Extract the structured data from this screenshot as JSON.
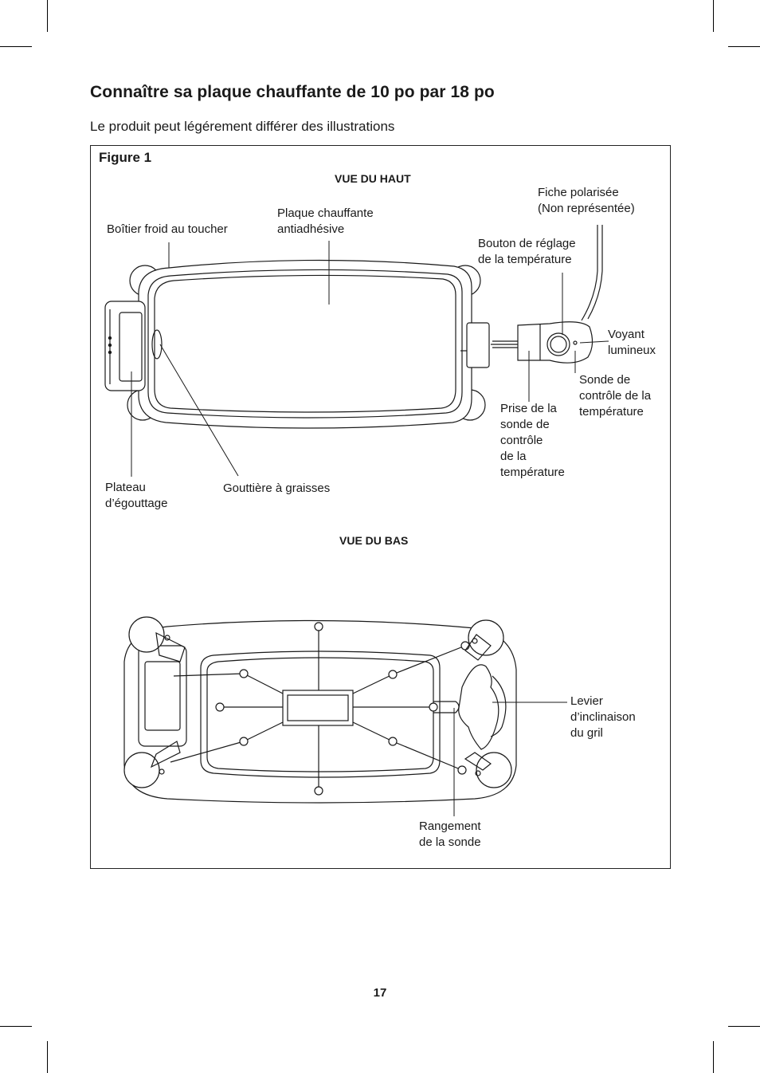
{
  "heading": "Connaître sa plaque chauffante de 10 po par 18 po",
  "subtitle": "Le produit peut légérement différer des illustrations",
  "figure": {
    "label": "Figure 1",
    "top_view": {
      "title": "VUE DU HAUT",
      "labels": {
        "boitier": "Boîtier froid au toucher",
        "plaque": "Plaque chauffante\nantiadhésive",
        "fiche": "Fiche polarisée\n(Non représentée)",
        "bouton": "Bouton de réglage\nde la température",
        "voyant": "Voyant\nlumineux",
        "sonde": "Sonde de\ncontrôle de la\ntempérature",
        "prise": "Prise de la\nsonde de\ncontrôle\nde la\ntempérature",
        "plateau": "Plateau\nd’égouttage",
        "gouttiere": "Gouttière à graisses"
      }
    },
    "bottom_view": {
      "title": "VUE DU BAS",
      "labels": {
        "levier": "Levier\nd’inclinaison\ndu gril",
        "rangement": "Rangement\nde la sonde"
      }
    }
  },
  "page_number": "17"
}
